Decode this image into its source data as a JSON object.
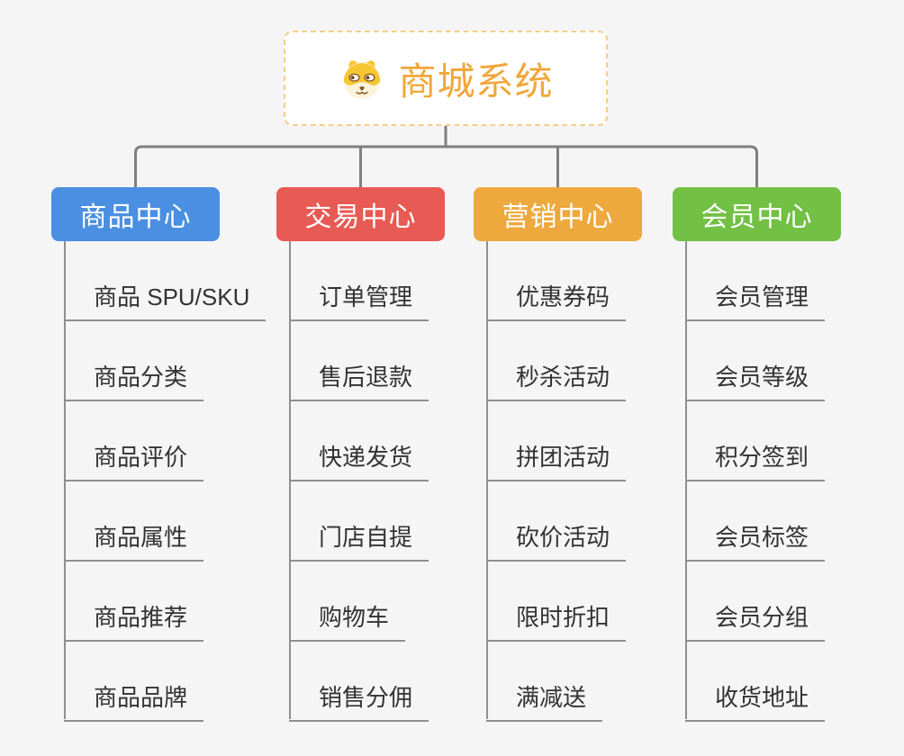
{
  "page": {
    "background_color": "#f5f5f6",
    "connector_color": "#7f7f7f",
    "leaf_line_color": "#8f8f8f",
    "leaf_text_color": "#333333"
  },
  "root": {
    "title": "商城系统",
    "icon": "shiba-dog-face-icon",
    "title_color": "#f1a73a",
    "border_color": "#f5cd8a"
  },
  "branches": [
    {
      "label": "商品中心",
      "color": "#4b8fe2",
      "children": [
        "商品 SPU/SKU",
        "商品分类",
        "商品评价",
        "商品属性",
        "商品推荐",
        "商品品牌"
      ]
    },
    {
      "label": "交易中心",
      "color": "#e85a54",
      "children": [
        "订单管理",
        "售后退款",
        "快递发货",
        "门店自提",
        "购物车",
        "销售分佣"
      ]
    },
    {
      "label": "营销中心",
      "color": "#eda93e",
      "children": [
        "优惠券码",
        "秒杀活动",
        "拼团活动",
        "砍价活动",
        "限时折扣",
        "满减送"
      ]
    },
    {
      "label": "会员中心",
      "color": "#72c044",
      "children": [
        "会员管理",
        "会员等级",
        "积分签到",
        "会员标签",
        "会员分组",
        "收货地址"
      ]
    }
  ]
}
